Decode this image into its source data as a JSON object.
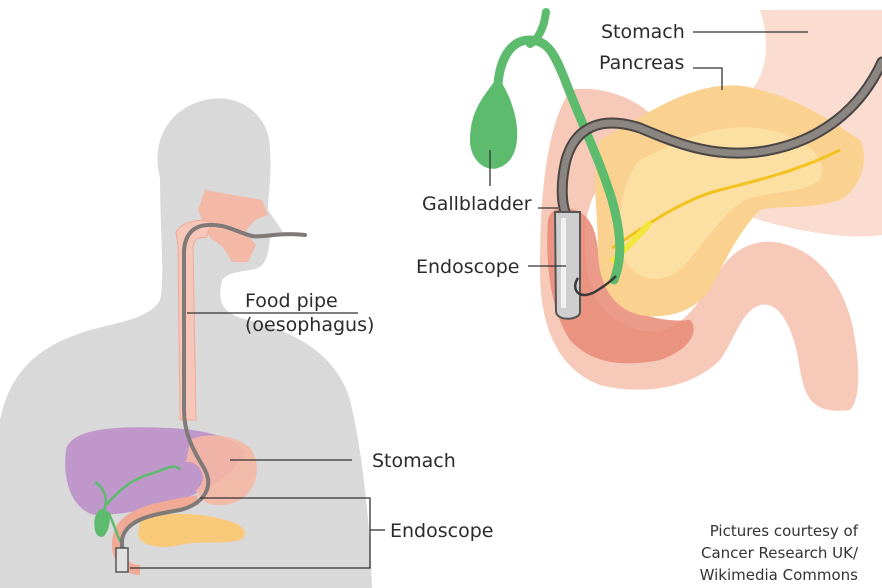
{
  "left_figure": {
    "labels": {
      "food_pipe_line1": "Food pipe",
      "food_pipe_line2": "(oesophagus)",
      "stomach": "Stomach",
      "endoscope": "Endoscope"
    }
  },
  "right_figure": {
    "labels": {
      "stomach": "Stomach",
      "pancreas": "Pancreas",
      "gallbladder": "Gallbladder",
      "endoscope": "Endoscope"
    }
  },
  "credit": {
    "line1": "Pictures courtesy of",
    "line2": "Cancer Research UK/",
    "line3": "Wikimedia Commons"
  },
  "colors": {
    "body_silhouette": "#d9d9d9",
    "tissue_pink": "#f3b9a6",
    "tissue_light": "#fadcd0",
    "liver_purple": "#b990c4",
    "pancreas_orange": "#f9c97a",
    "pancreas_light": "#fde3a8",
    "gallbladder_green": "#5dbb6d",
    "endoscope_grey": "#7f7a78",
    "duodenum_red": "#e98a77"
  }
}
